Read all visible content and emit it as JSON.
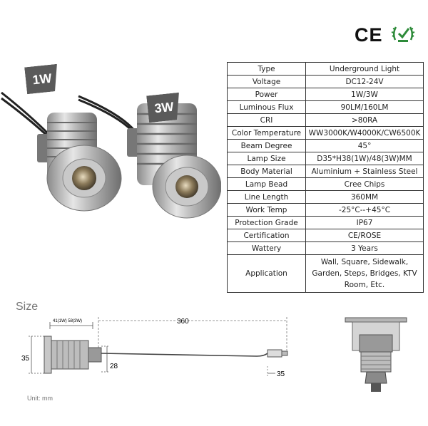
{
  "header": {
    "ce_mark": "CE"
  },
  "products": {
    "small_badge": "1W",
    "large_badge": "3W"
  },
  "spec_table": {
    "rows": [
      {
        "key": "Type",
        "value": "Underground Light"
      },
      {
        "key": "Voltage",
        "value": "DC12-24V"
      },
      {
        "key": "Power",
        "value": "1W/3W"
      },
      {
        "key": "Luminous Flux",
        "value": "90LM/160LM"
      },
      {
        "key": "CRI",
        "value": ">80RA"
      },
      {
        "key": "Color Temperature",
        "value": "WW3000K/W4000K/CW6500K"
      },
      {
        "key": "Beam Degree",
        "value": "45°"
      },
      {
        "key": "Lamp Size",
        "value": "D35*H38(1W)/48(3W)MM"
      },
      {
        "key": "Body Material",
        "value": "Aluminium + Stainless Steel"
      },
      {
        "key": "Lamp Bead",
        "value": "Cree Chips"
      },
      {
        "key": "Line Length",
        "value": "360MM"
      },
      {
        "key": "Work Temp",
        "value": "-25°C--+45°C"
      },
      {
        "key": "Protection Grade",
        "value": "IP67"
      },
      {
        "key": "Certification",
        "value": "CE/ROSE"
      },
      {
        "key": "Wattery",
        "value": "3 Years"
      }
    ],
    "application": {
      "key": "Application",
      "lines": [
        "Wall, Square, Sidewalk,",
        "Garden, Steps, Bridges, KTV",
        "Room, Etc."
      ]
    }
  },
  "size_section": {
    "title": "Size",
    "unit_label": "Unit: mm",
    "dims": {
      "height_label": "41(1W) 58(3W)",
      "line_length": "360",
      "diameter": "35",
      "body": "28",
      "plug": "35"
    }
  },
  "colors": {
    "table_border": "#333333",
    "badge_bg": "#5a5a5a",
    "rohs_green": "#2e8b3a",
    "metal": "#c8c8c8"
  }
}
